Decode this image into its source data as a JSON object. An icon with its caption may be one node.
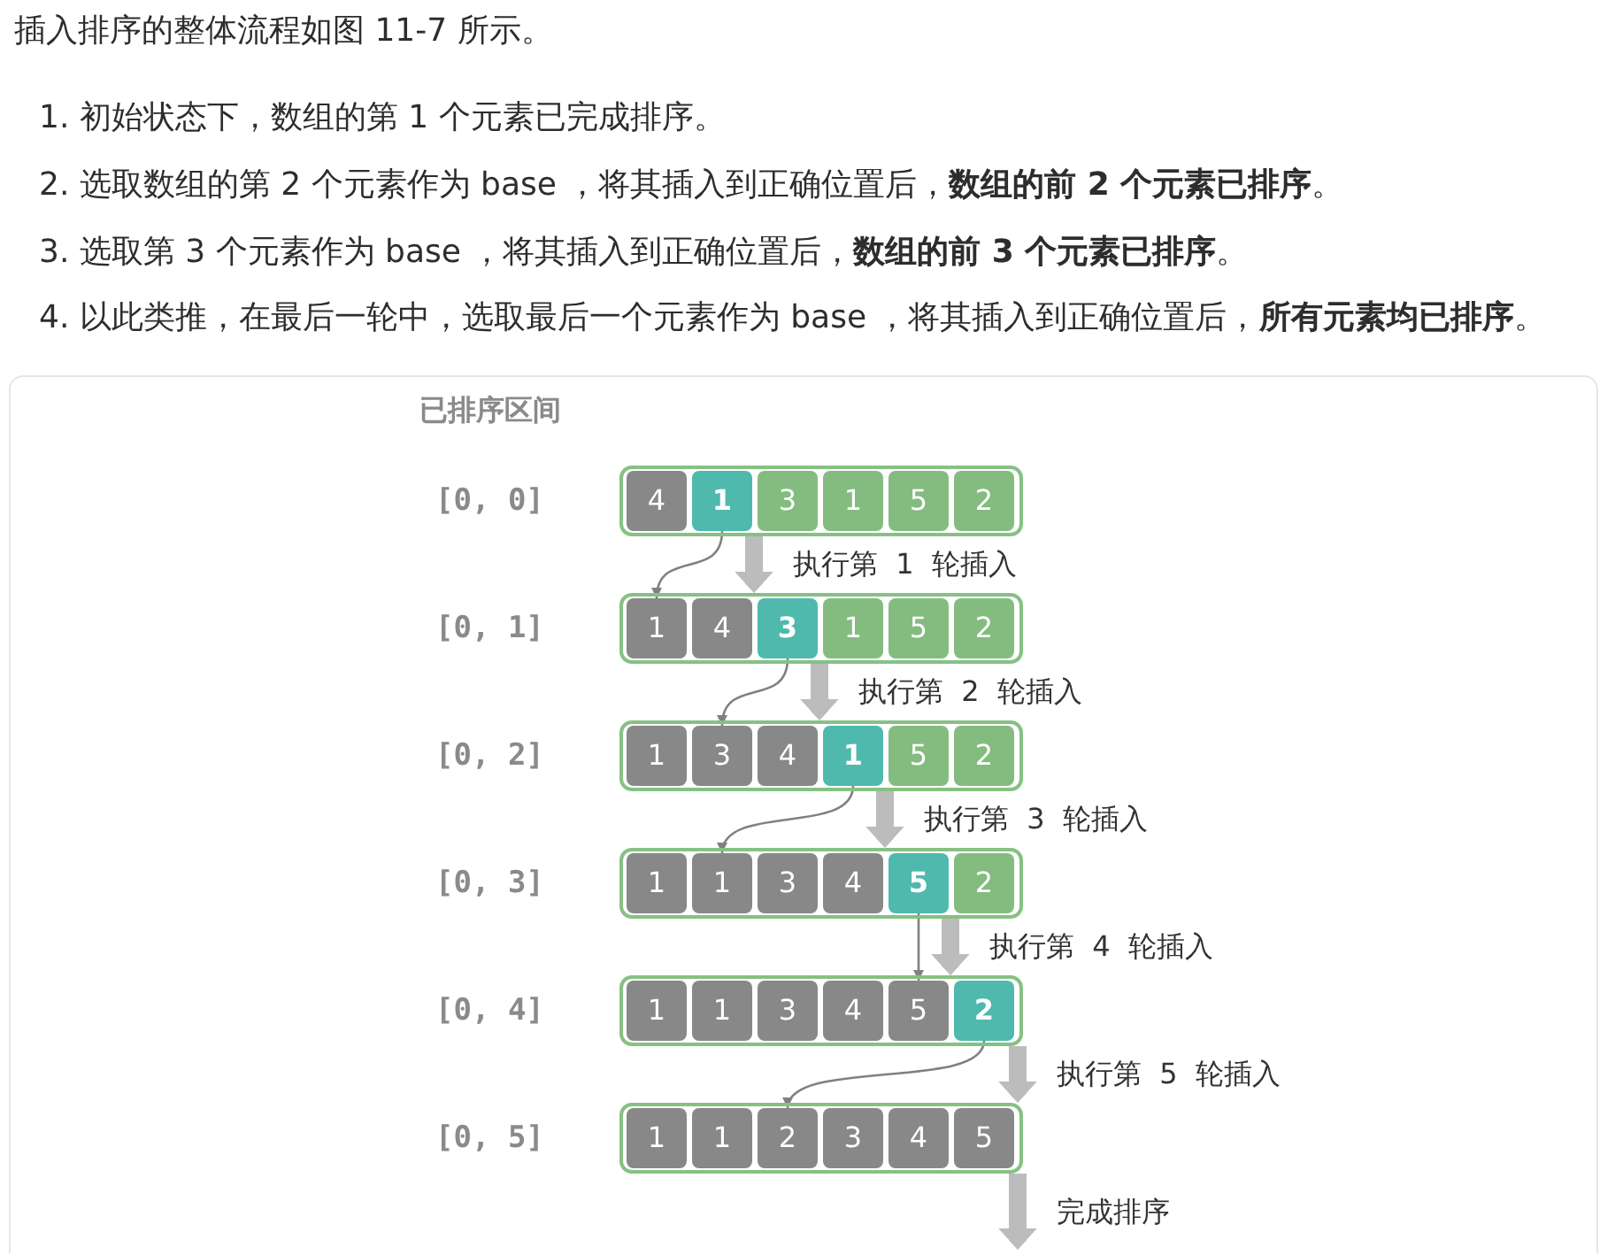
{
  "diagram": {
    "nodes": [
      {
        "text": [],
        "shape": "box",
        "beside": [
          "[0, 0]"
        ]
      },
      {
        "text": [
          "4"
        ],
        "in": 0
      },
      {
        "text": [
          "1"
        ],
        "in": 0
      },
      {
        "text": [
          "3"
        ],
        "in": 0
      },
      {
        "text": [
          "1"
        ],
        "in": 0
      },
      {
        "text": [
          "5"
        ],
        "in": 0
      },
      {
        "text": [
          "2"
        ],
        "in": 0
      },
      {
        "text": [],
        "shape": "box",
        "beside": [
          "[0, 1]"
        ]
      },
      {
        "text": [
          "1"
        ],
        "in": 7
      },
      {
        "text": [
          "4"
        ],
        "in": 7
      },
      {
        "text": [
          "3"
        ],
        "in": 7
      },
      {
        "text": [
          "1"
        ],
        "in": 7
      },
      {
        "text": [
          "5"
        ],
        "in": 7
      },
      {
        "text": [
          "2"
        ],
        "in": 7
      },
      {
        "text": [],
        "shape": "box",
        "beside": [
          "[0, 2]"
        ]
      },
      {
        "text": [
          "1"
        ],
        "in": 14
      },
      {
        "text": [
          "3"
        ],
        "in": 14
      },
      {
        "text": [
          "4"
        ],
        "in": 14
      },
      {
        "text": [
          "1"
        ],
        "in": 14
      },
      {
        "text": [
          "5"
        ],
        "in": 14
      },
      {
        "text": [
          "2"
        ],
        "in": 14
      },
      {
        "text": [],
        "shape": "box",
        "beside": [
          "[0, 3]"
        ]
      },
      {
        "text": [
          "1"
        ],
        "in": 21
      },
      {
        "text": [
          "1"
        ],
        "in": 21
      },
      {
        "text": [
          "3"
        ],
        "in": 21
      },
      {
        "text": [
          "4"
        ],
        "in": 21
      },
      {
        "text": [
          "5"
        ],
        "in": 21
      },
      {
        "text": [
          "2"
        ],
        "in": 21
      },
      {
        "text": [],
        "shape": "box",
        "beside": [
          "[0, 4]"
        ]
      },
      {
        "text": [
          "1"
        ],
        "in": 28
      },
      {
        "text": [
          "1"
        ],
        "in": 28
      },
      {
        "text": [
          "3"
        ],
        "in": 28
      },
      {
        "text": [
          "4"
        ],
        "in": 28
      },
      {
        "text": [
          "5"
        ],
        "in": 28
      },
      {
        "text": [
          "2"
        ],
        "in": 28
      },
      {
        "text": [],
        "shape": "box",
        "beside": [
          "[0, 5]"
        ]
      },
      {
        "text": [
          "1"
        ],
        "in": 35
      },
      {
        "text": [
          "1"
        ],
        "in": 35
      },
      {
        "text": [
          "2"
        ],
        "in": 35
      },
      {
        "text": [
          "3"
        ],
        "in": 35
      },
      {
        "text": [
          "4"
        ],
        "in": 35
      },
      {
        "text": [
          "5"
        ],
        "in": 35
      }
    ],
    "edges": [
      {
        "from": 2,
        "to": 8,
        "arrow": "to",
        "color": "#808080"
      },
      {
        "from": 0,
        "to": 7,
        "arrow": "to",
        "label": "执行第 1 轮插入"
      },
      {
        "from": 10,
        "to": 16,
        "arrow": "to",
        "color": "#808080"
      },
      {
        "from": 7,
        "to": 14,
        "arrow": "to",
        "label": "执行第 2 轮插入"
      },
      {
        "from": 18,
        "to": 23,
        "arrow": "to",
        "color": "#808080"
      },
      {
        "from": 14,
        "to": 21,
        "arrow": "to",
        "label": "执行第 3 轮插入"
      },
      {
        "from": 26,
        "to": 33,
        "arrow": "to",
        "color": "#808080"
      },
      {
        "from": 21,
        "to": 28,
        "arrow": "to",
        "label": "执行第 4 轮插入"
      },
      {
        "from": 34,
        "to": 38,
        "arrow": "to",
        "color": "#808080"
      },
      {
        "from": 28,
        "to": 35,
        "arrow": "to",
        "label": "执行第 5 轮插入"
      },
      {
        "from": 35,
        "to": null,
        "arrow": "to",
        "label": "完成排序"
      }
    ],
    "labels": [
      "插入排序的整体流程如图 11-7 所示。",
      "1. 初始状态下，数组的第 1 个元素已完成排序。",
      "2. 选取数组的第 2 个元素作为 base ，将其插入到正确位置后，**数组的前 2 个元素已排序**。",
      "3. 选取第 3 个元素作为 base ，将其插入到正确位置后，**数组的前 3 个元素已排序**。",
      "4. 以此类推，在最后一轮中，选取最后一个元素作为 base ，将其插入到正确位置后，**所有元素均已排序**。",
      "已排序区间"
    ]
  }
}
